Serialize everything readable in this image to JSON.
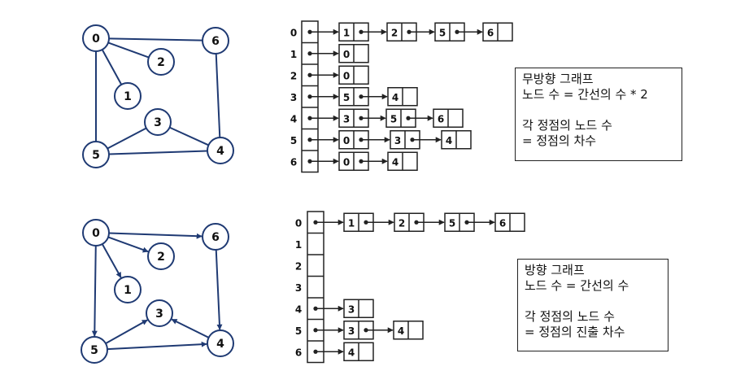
{
  "colors": {
    "graph_stroke": "#1f3a73",
    "list_stroke": "#222222"
  },
  "diagrams": [
    {
      "id": "undirected",
      "directed": false,
      "nodes": [
        "0",
        "1",
        "2",
        "3",
        "4",
        "5",
        "6"
      ],
      "edges": [
        [
          0,
          6
        ],
        [
          0,
          2
        ],
        [
          0,
          1
        ],
        [
          0,
          5
        ],
        [
          6,
          4
        ],
        [
          3,
          5
        ],
        [
          3,
          4
        ],
        [
          5,
          4
        ]
      ],
      "adjacency": [
        {
          "vertex": "0",
          "neighbors": [
            "1",
            "2",
            "5",
            "6"
          ]
        },
        {
          "vertex": "1",
          "neighbors": [
            "0"
          ]
        },
        {
          "vertex": "2",
          "neighbors": [
            "0"
          ]
        },
        {
          "vertex": "3",
          "neighbors": [
            "5",
            "4"
          ]
        },
        {
          "vertex": "4",
          "neighbors": [
            "3",
            "5",
            "6"
          ]
        },
        {
          "vertex": "5",
          "neighbors": [
            "0",
            "3",
            "4"
          ]
        },
        {
          "vertex": "6",
          "neighbors": [
            "0",
            "4"
          ]
        }
      ],
      "note": {
        "line1": "무방향 그래프",
        "line2": "노드 수 = 간선의 수 * 2",
        "line3": "각 정점의 노드 수",
        "line4": "= 정점의 차수"
      }
    },
    {
      "id": "directed",
      "directed": true,
      "nodes": [
        "0",
        "1",
        "2",
        "3",
        "4",
        "5",
        "6"
      ],
      "edges": [
        [
          0,
          6
        ],
        [
          0,
          2
        ],
        [
          0,
          1
        ],
        [
          0,
          5
        ],
        [
          6,
          4
        ],
        [
          5,
          3
        ],
        [
          4,
          3
        ],
        [
          5,
          4
        ]
      ],
      "adjacency": [
        {
          "vertex": "0",
          "neighbors": [
            "1",
            "2",
            "5",
            "6"
          ]
        },
        {
          "vertex": "1",
          "neighbors": []
        },
        {
          "vertex": "2",
          "neighbors": []
        },
        {
          "vertex": "3",
          "neighbors": []
        },
        {
          "vertex": "4",
          "neighbors": [
            "3"
          ]
        },
        {
          "vertex": "5",
          "neighbors": [
            "3",
            "4"
          ]
        },
        {
          "vertex": "6",
          "neighbors": [
            "4"
          ]
        }
      ],
      "note": {
        "line1": "방향 그래프",
        "line2": "노드 수 = 간선의 수",
        "line3": "각 정점의 노드 수",
        "line4": "= 정점의 진출 차수"
      }
    }
  ]
}
